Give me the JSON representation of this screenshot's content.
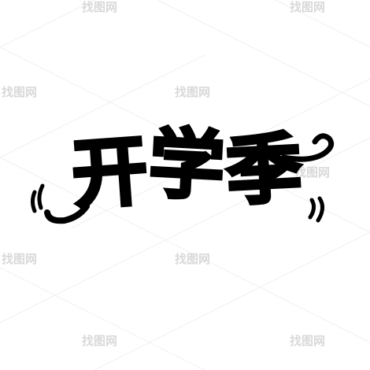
{
  "artwork": {
    "headline": [
      "开",
      "学",
      "季"
    ],
    "ink_color": "#000000",
    "background_color": "#ffffff"
  },
  "watermark": {
    "text": "找图网",
    "color": "#d9d9d9"
  },
  "icons": {
    "left_motion_lines": "motion-lines-icon",
    "right_motion_lines": "motion-lines-icon",
    "swirl": "swirl-icon"
  }
}
